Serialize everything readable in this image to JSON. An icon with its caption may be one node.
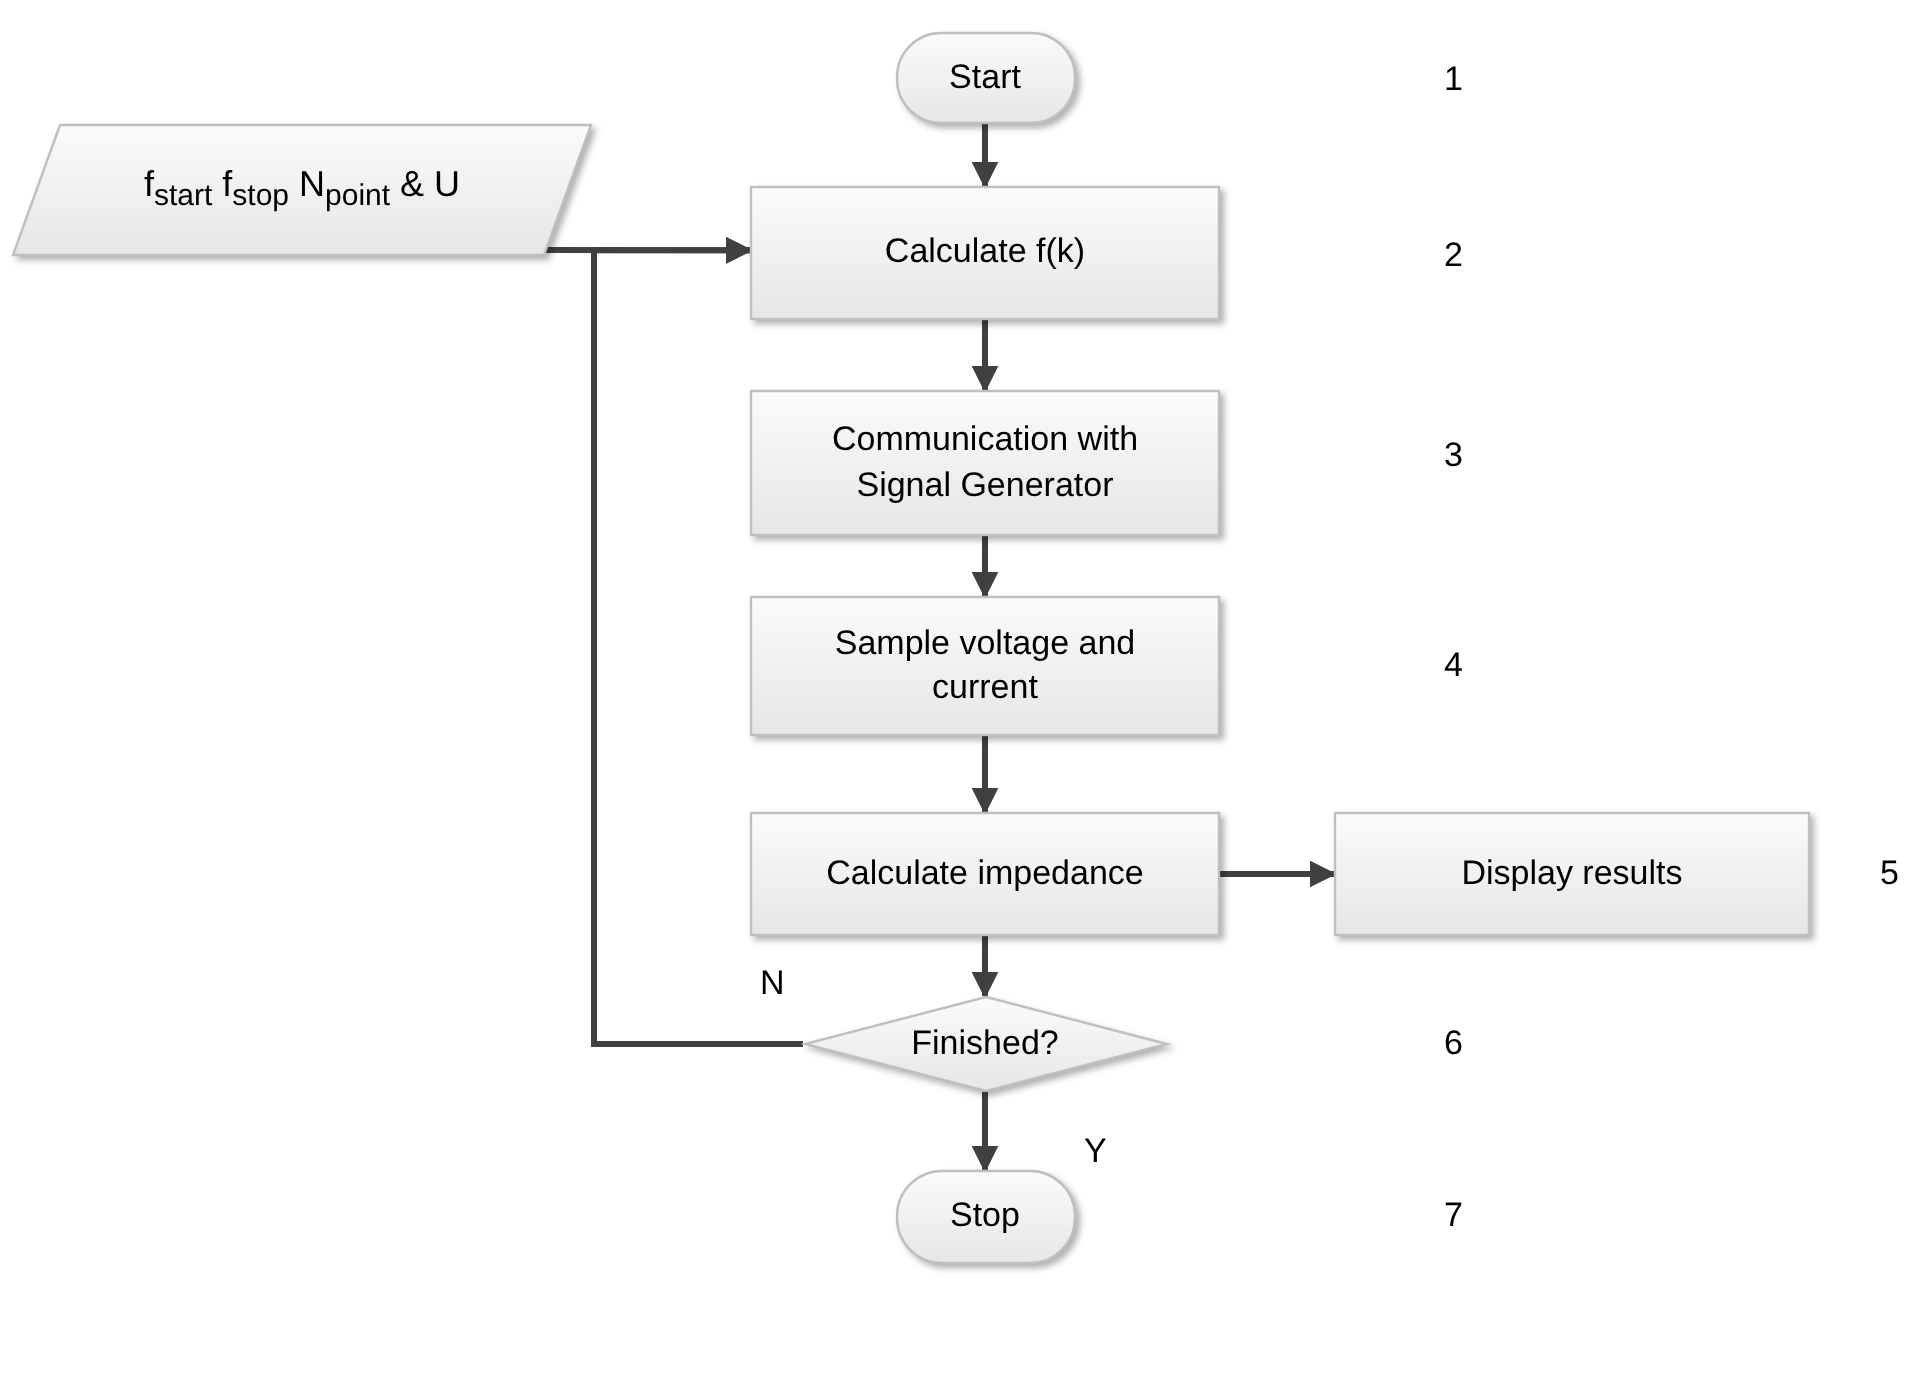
{
  "diagram": {
    "nodes": [
      {
        "text": [
          "Start"
        ]
      },
      {
        "text": [
          "f$_{start}$ f$_{stop}$  N$_{point}$ & U"
        ]
      },
      {
        "text": [
          "Calculate f(k)"
        ]
      },
      {
        "text": [
          "Communication with Signal Generator"
        ]
      },
      {
        "text": [
          "Sample voltage and current"
        ]
      },
      {
        "text": [
          "Calculate impedance"
        ]
      },
      {
        "text": [
          "Display results"
        ]
      },
      {
        "text": [
          "Finished?"
        ]
      },
      {
        "text": [
          "Stop"
        ]
      }
    ],
    "edges": [
      {
        "from": 0,
        "to": 2,
        "arrow": "to"
      },
      {
        "from": 1,
        "to": 2,
        "arrow": "to"
      },
      {
        "from": 2,
        "to": 3,
        "arrow": "to"
      },
      {
        "from": 3,
        "to": 4,
        "arrow": "to"
      },
      {
        "from": 4,
        "to": 5,
        "arrow": "to"
      },
      {
        "from": 5,
        "to": 6,
        "arrow": "to"
      },
      {
        "from": 5,
        "to": 7,
        "arrow": "to"
      },
      {
        "from": 7,
        "to": 2,
        "label": "N",
        "arrow": "to"
      },
      {
        "from": 7,
        "to": 8,
        "label": "Y",
        "arrow": "to"
      }
    ],
    "labels": [
      "1",
      "2",
      "3",
      "4",
      "5",
      "6",
      "7"
    ]
  }
}
